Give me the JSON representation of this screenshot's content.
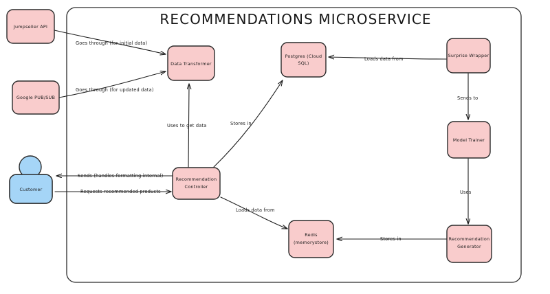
{
  "diagram": {
    "title": "RECOMMENDATIONS MICROSERVICE",
    "colors": {
      "node_fill": "#f9cccc",
      "actor_fill": "#a5d5f7",
      "stroke": "#2b2b2b",
      "background": "#ffffff"
    },
    "external_nodes": [
      {
        "id": "jumpseller-api",
        "label": "Jumpseller API"
      },
      {
        "id": "google-pubsub",
        "label": "Google PUB/SUB"
      }
    ],
    "actors": [
      {
        "id": "customer",
        "label": "Customer"
      }
    ],
    "service_nodes": [
      {
        "id": "data-transformer",
        "label": "Data Transformer"
      },
      {
        "id": "postgres-cloud-sql",
        "label_line1": "Postgres (Cloud",
        "label_line2": "SQL)"
      },
      {
        "id": "surprise-wrapper",
        "label": "Surprise Wrapper"
      },
      {
        "id": "model-trainer",
        "label": "Model Trainer"
      },
      {
        "id": "recommendation-generator",
        "label_line1": "Recommendation",
        "label_line2": "Generator"
      },
      {
        "id": "redis-memorystore",
        "label_line1": "Redis",
        "label_line2": "(memorystore)"
      },
      {
        "id": "recommendation-controller",
        "label_line1": "Recommendation",
        "label_line2": "Controller"
      }
    ],
    "edges": [
      {
        "id": "jumpseller-to-transformer",
        "label": "Goes through (for initial data)"
      },
      {
        "id": "pubsub-to-transformer",
        "label": "Goes through (for updated data)"
      },
      {
        "id": "controller-to-transformer",
        "label": "Uses to get data"
      },
      {
        "id": "controller-to-postgres",
        "label": "Stores in"
      },
      {
        "id": "surprise-to-postgres",
        "label": "Loads data from"
      },
      {
        "id": "surprise-to-trainer",
        "label": "Sends to"
      },
      {
        "id": "trainer-to-generator",
        "label": "Uses"
      },
      {
        "id": "generator-to-redis",
        "label": "Stores in"
      },
      {
        "id": "controller-to-redis",
        "label": "Loads data from"
      },
      {
        "id": "controller-to-customer",
        "label": "Sends (handles formatting internal)"
      },
      {
        "id": "customer-to-controller",
        "label": "Requests recommended products"
      }
    ]
  }
}
